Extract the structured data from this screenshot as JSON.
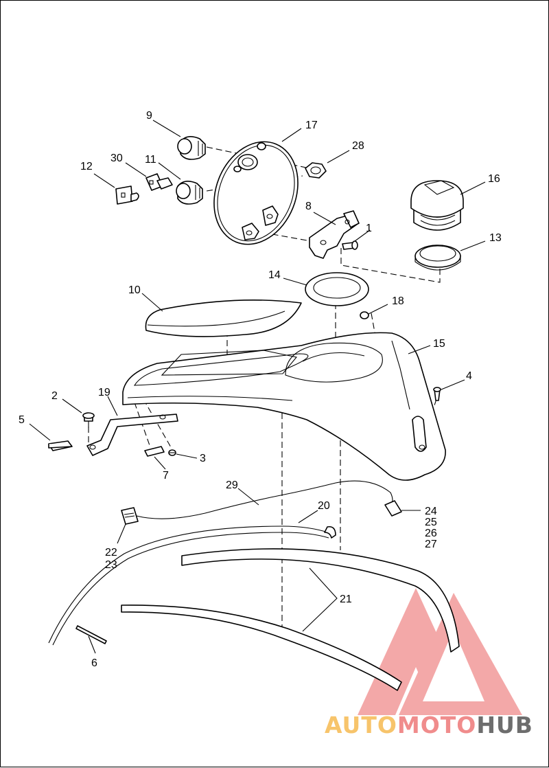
{
  "callouts": [
    {
      "id": "c1",
      "label": "1"
    },
    {
      "id": "c2",
      "label": "2"
    },
    {
      "id": "c3",
      "label": "3"
    },
    {
      "id": "c4",
      "label": "4"
    },
    {
      "id": "c5",
      "label": "5"
    },
    {
      "id": "c6",
      "label": "6"
    },
    {
      "id": "c7",
      "label": "7"
    },
    {
      "id": "c8",
      "label": "8"
    },
    {
      "id": "c9",
      "label": "9"
    },
    {
      "id": "c10",
      "label": "10"
    },
    {
      "id": "c11",
      "label": "11"
    },
    {
      "id": "c12",
      "label": "12"
    },
    {
      "id": "c13",
      "label": "13"
    },
    {
      "id": "c14",
      "label": "14"
    },
    {
      "id": "c15",
      "label": "15"
    },
    {
      "id": "c16",
      "label": "16"
    },
    {
      "id": "c17",
      "label": "17"
    },
    {
      "id": "c18",
      "label": "18"
    },
    {
      "id": "c19",
      "label": "19"
    },
    {
      "id": "c20",
      "label": "20"
    },
    {
      "id": "c21",
      "label": "21"
    },
    {
      "id": "c22",
      "label": "22"
    },
    {
      "id": "c23",
      "label": "23"
    },
    {
      "id": "c24",
      "label": "24"
    },
    {
      "id": "c25",
      "label": "25"
    },
    {
      "id": "c26",
      "label": "26"
    },
    {
      "id": "c27",
      "label": "27"
    },
    {
      "id": "c28",
      "label": "28"
    },
    {
      "id": "c29",
      "label": "29"
    },
    {
      "id": "c30",
      "label": "30"
    }
  ],
  "watermark": {
    "part1": "AUTO",
    "part2": "MOTO",
    "part3": "HUB",
    "color1": "#f7c46b",
    "color2": "#f08c8c",
    "color3": "#6d6d6d"
  }
}
